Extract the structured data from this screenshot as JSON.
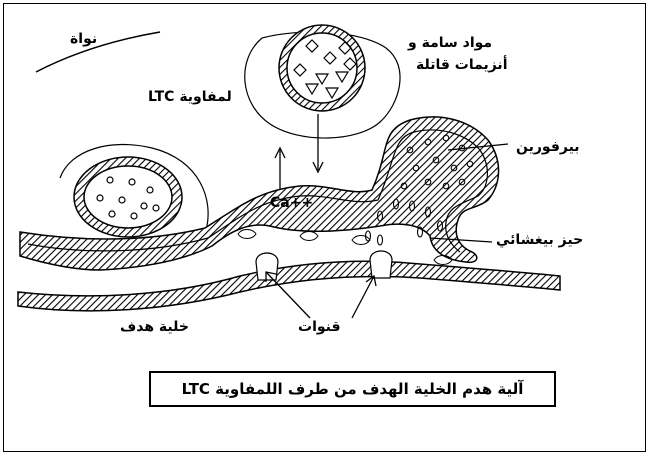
{
  "labels": {
    "nucleus": "نواة",
    "toxins": "مواد سامة و",
    "enzymes": "أنزيمات قاتلة",
    "ltc": "LTC لمفاوية",
    "perforin": "بيرفورين",
    "calcium": "Ca++",
    "space": "حيز بيغشائي",
    "channels": "قنوات",
    "target_cell": "خلية هدف"
  },
  "caption": "آلية هدم الخلية الهدف من طرف اللمفاوية LTC"
}
